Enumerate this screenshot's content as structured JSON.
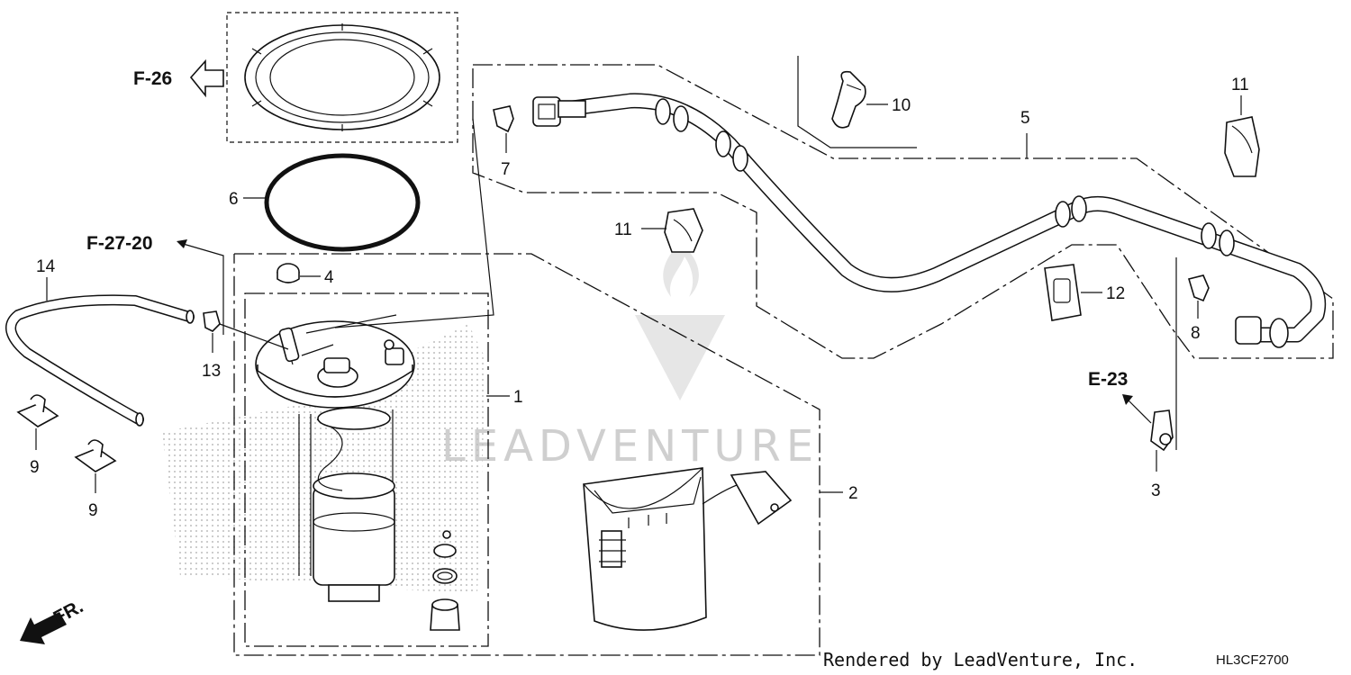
{
  "callouts": [
    {
      "id": "c1",
      "text": "1"
    },
    {
      "id": "c2",
      "text": "2"
    },
    {
      "id": "c3",
      "text": "3"
    },
    {
      "id": "c4",
      "text": "4"
    },
    {
      "id": "c5",
      "text": "5"
    },
    {
      "id": "c6",
      "text": "6"
    },
    {
      "id": "c7",
      "text": "7"
    },
    {
      "id": "c8",
      "text": "8"
    },
    {
      "id": "c9a",
      "text": "9"
    },
    {
      "id": "c9b",
      "text": "9"
    },
    {
      "id": "c10",
      "text": "10"
    },
    {
      "id": "c11a",
      "text": "11"
    },
    {
      "id": "c11b",
      "text": "11"
    },
    {
      "id": "c12",
      "text": "12"
    },
    {
      "id": "c13",
      "text": "13"
    },
    {
      "id": "c14",
      "text": "14"
    }
  ],
  "references": {
    "f26": "F-26",
    "f2720": "F-27-20",
    "e23": "E-23",
    "front": "FR."
  },
  "footer": {
    "rendered_by": "Rendered by LeadVenture, Inc.",
    "diagram_code": "HL3CF2700"
  },
  "watermark": {
    "text": "LEADVENTURE",
    "color": "#cfcfcf"
  }
}
